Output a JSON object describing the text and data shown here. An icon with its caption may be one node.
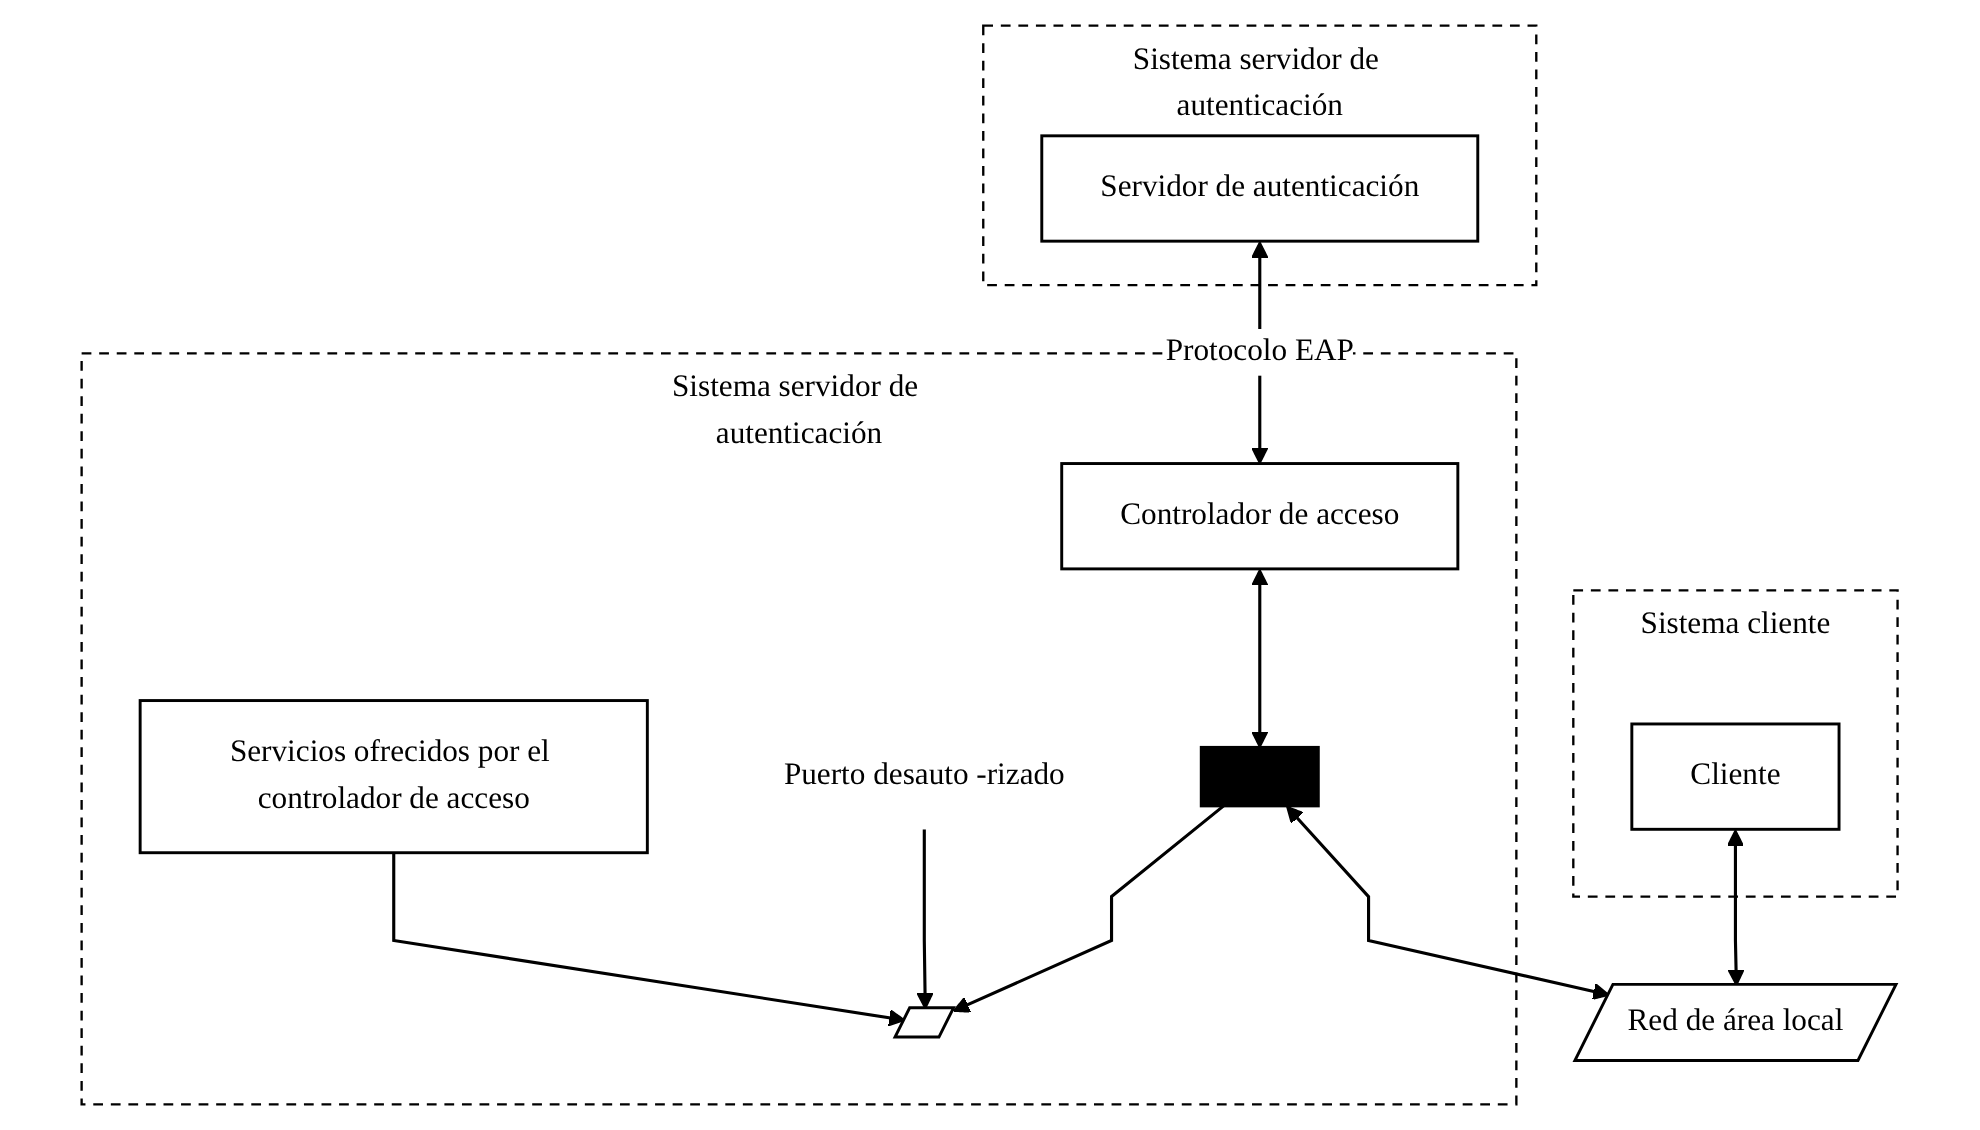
{
  "diagram": {
    "nodes": [
      {
        "text": [
          "Sistema cliente"
        ]
      },
      {
        "text": [
          "Cliente"
        ],
        "in": 0
      },
      {
        "text": [
          "Sistema servidor de autenticación"
        ]
      },
      {
        "text": [
          "Servicios ofrecidos por el controlador de acceso"
        ],
        "in": 2
      },
      {
        "text": [
          "Controlador de acceso"
        ],
        "in": 2
      },
      {
        "text": [],
        "shape": "switch",
        "in": 2
      },
      {
        "text": [],
        "shape": "bar",
        "in": 2
      },
      {
        "text": [
          "Puerto desauto -rizado"
        ],
        "in": 2
      },
      {
        "text": [
          "Sistema servidor de autenticación"
        ]
      },
      {
        "text": [
          "Servidor de autenticación"
        ],
        "in": 8
      },
      {
        "text": [
          "Red de área local"
        ]
      }
    ],
    "edges": [
      {
        "from": 1,
        "to": 10,
        "arrow": "both"
      },
      {
        "from": 3,
        "to": 5,
        "arrow": "to"
      },
      {
        "from": 7,
        "to": 5,
        "arrow": "to"
      },
      {
        "from": 6,
        "to": 5,
        "arrow": "to"
      },
      {
        "from": 4,
        "to": 6,
        "arrow": "both"
      },
      {
        "from": 6,
        "to": 10,
        "arrow": "both"
      },
      {
        "from": 9,
        "to": 4,
        "arrow": "both",
        "label": "Protocolo EAP"
      }
    ]
  }
}
